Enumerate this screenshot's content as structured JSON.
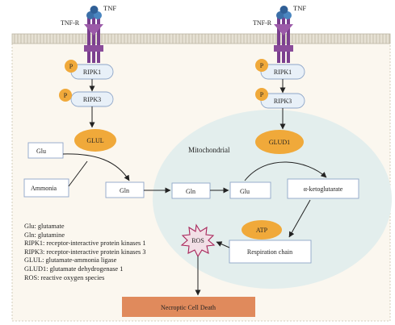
{
  "labels": {
    "tnf_left": "TNF",
    "tnfr_left": "TNF-R",
    "tnf_right": "TNF",
    "tnfr_right": "TNF-R",
    "p": "P",
    "ripk1": "RIPK1",
    "ripk3": "RIPK3",
    "glul": "GLUL",
    "glud1": "GLUD1",
    "mitochondrial": "Mitochondrial",
    "glu": "Glu",
    "ammonia": "Ammonia",
    "gln": "Gln",
    "alpha_kg": "α-ketoglutarate",
    "atp": "ATP",
    "ros": "ROS",
    "respiration_chain": "Respiration chain",
    "necroptic_cell_death": "Necroptic Cell Death"
  },
  "legend": [
    "Glu: glutamate",
    "Gln: glutamine",
    "RIPK1: receptor-interactive protein kinases 1",
    "RIPK3: receptor-interactive protein kinases 3",
    "GLUL: glutamate-ammonia ligase",
    "GLUD1: glutamate dehydrogenase 1",
    "ROS: reactive oxygen species"
  ],
  "colors": {
    "membrane": "#d8d3c4",
    "cell_fill": "#fbf7ef",
    "box_border": "#8ea6c8",
    "pill_fill": "#e8f0f8",
    "enzyme_orange": "#f0a93a",
    "mitochondria_fill": "#e3eeed",
    "death_box": "#e08a5c",
    "receptor_purple": "#7b3f8f",
    "tnf_blue": "#3b6fa8"
  }
}
